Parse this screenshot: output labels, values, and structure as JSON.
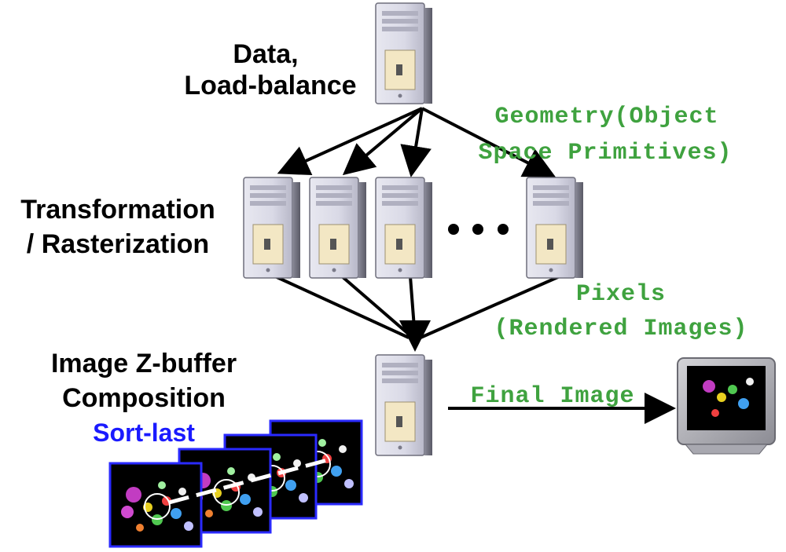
{
  "labels": {
    "data_line1": "Data,",
    "data_line2": "Load-balance",
    "transform_line1": "Transformation",
    "transform_line2": "/ Rasterization",
    "zbuffer_line1": "Image Z-buffer",
    "zbuffer_line2": "Composition",
    "sort_last": "Sort-last",
    "geometry_line1": "Geometry(Object",
    "geometry_line2": "Space Primitives)",
    "pixels_line1": "Pixels",
    "pixels_line2": "(Rendered Images)",
    "final_image": "Final Image",
    "ellipsis": "• • •"
  },
  "colors": {
    "black_text": "#000000",
    "green_text": "#3fa23f",
    "blue_text": "#1a1aff",
    "arrow": "#000000",
    "frame_border": "#2a2aff"
  },
  "icons": {
    "server": "tower-computer-icon",
    "monitor": "crt-monitor-icon"
  }
}
